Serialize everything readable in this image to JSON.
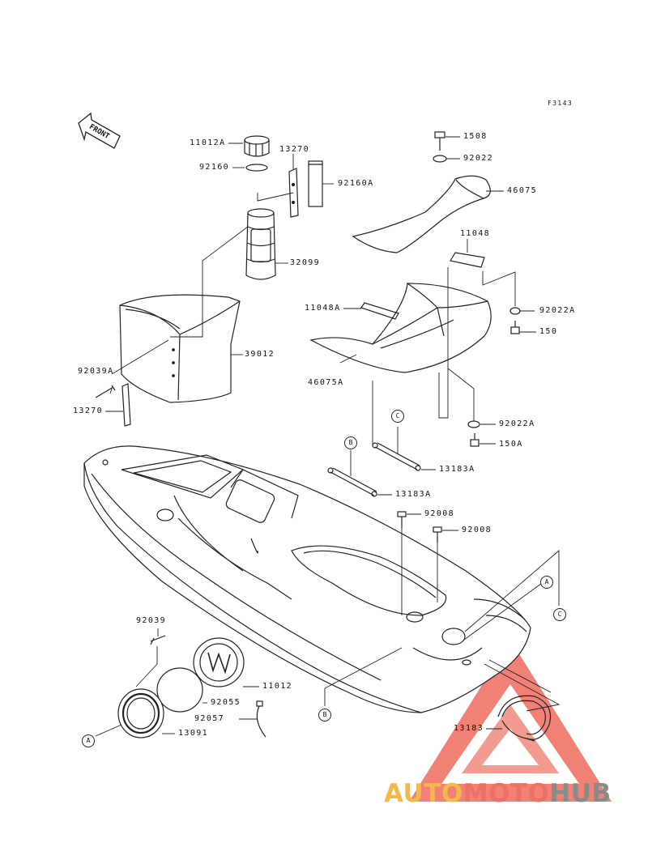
{
  "figure_code": "F3143",
  "front_label": "FRONT",
  "parts": [
    {
      "id": "lbl-11012A",
      "label": "11012A"
    },
    {
      "id": "lbl-13270-top",
      "label": "13270"
    },
    {
      "id": "lbl-92160",
      "label": "92160"
    },
    {
      "id": "lbl-92160A",
      "label": "92160A"
    },
    {
      "id": "lbl-32099",
      "label": "32099"
    },
    {
      "id": "lbl-39012",
      "label": "39012"
    },
    {
      "id": "lbl-92039A",
      "label": "92039A"
    },
    {
      "id": "lbl-13270-bot",
      "label": "13270"
    },
    {
      "id": "lbl-1508",
      "label": "1508"
    },
    {
      "id": "lbl-92022",
      "label": "92022"
    },
    {
      "id": "lbl-46075",
      "label": "46075"
    },
    {
      "id": "lbl-11048",
      "label": "11048"
    },
    {
      "id": "lbl-11048A",
      "label": "11048A"
    },
    {
      "id": "lbl-92022A-1",
      "label": "92022A"
    },
    {
      "id": "lbl-150",
      "label": "150"
    },
    {
      "id": "lbl-46075A",
      "label": "46075A"
    },
    {
      "id": "lbl-92022A-2",
      "label": "92022A"
    },
    {
      "id": "lbl-150A",
      "label": "150A"
    },
    {
      "id": "lbl-13183A-1",
      "label": "13183A"
    },
    {
      "id": "lbl-13183A-2",
      "label": "13183A"
    },
    {
      "id": "lbl-92008-1",
      "label": "92008"
    },
    {
      "id": "lbl-92008-2",
      "label": "92008"
    },
    {
      "id": "lbl-92039",
      "label": "92039"
    },
    {
      "id": "lbl-11012",
      "label": "11012"
    },
    {
      "id": "lbl-92055",
      "label": "92055"
    },
    {
      "id": "lbl-92057",
      "label": "92057"
    },
    {
      "id": "lbl-13091",
      "label": "13091"
    },
    {
      "id": "lbl-13183",
      "label": "13183"
    }
  ],
  "refs": [
    {
      "id": "ref-c-top",
      "label": "C"
    },
    {
      "id": "ref-b-top",
      "label": "B"
    },
    {
      "id": "ref-a-hull",
      "label": "A"
    },
    {
      "id": "ref-c-hull",
      "label": "C"
    },
    {
      "id": "ref-b-hull",
      "label": "B"
    },
    {
      "id": "ref-a-cap",
      "label": "A"
    }
  ],
  "watermark": {
    "part1": "AUTO",
    "part2": "MOTO",
    "part3": "HUB",
    "color1": "#f5b84a",
    "color2": "#ee6f63",
    "color3": "#8a8a8a",
    "logo_color": "#ef5a4c"
  }
}
